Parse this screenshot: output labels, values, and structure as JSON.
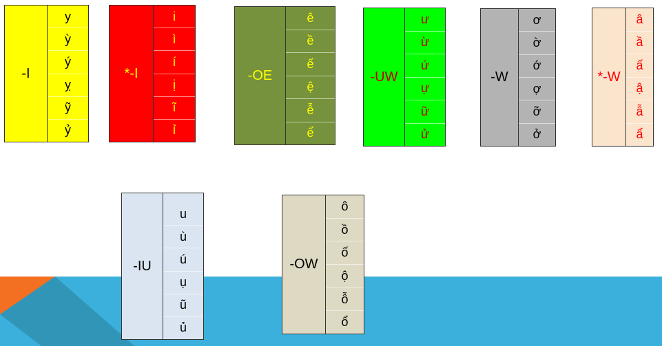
{
  "boxes": [
    {
      "id": "I",
      "label": "-I",
      "cells": [
        "y",
        "ỳ",
        "ý",
        "ỵ",
        "ỹ",
        "ỷ"
      ],
      "bg": "#ffff00",
      "text": "#000000"
    },
    {
      "id": "star-I",
      "label": "*-I",
      "cells": [
        "i",
        "ì",
        "í",
        "ị",
        "ĩ",
        "ỉ"
      ],
      "bg": "#ff0000",
      "text": "#ffff00"
    },
    {
      "id": "OE",
      "label": "-OE",
      "cells": [
        "ê",
        "ề",
        "ế",
        "ệ",
        "ễ",
        "ể"
      ],
      "bg": "#76923c",
      "text": "#ffff00"
    },
    {
      "id": "UW",
      "label": "-UW",
      "cells": [
        "ư",
        "ừ",
        "ứ",
        "ự",
        "ữ",
        "ử"
      ],
      "bg": "#00ff00",
      "text": "#c00000"
    },
    {
      "id": "W",
      "label": "-W",
      "cells": [
        "ơ",
        "ờ",
        "ớ",
        "ợ",
        "ỡ",
        "ở"
      ],
      "bg": "#b3b3b3",
      "text": "#000000"
    },
    {
      "id": "star-W",
      "label": "*-W",
      "cells": [
        "â",
        "ầ",
        "ấ",
        "ậ",
        "ẫ",
        "ẩ"
      ],
      "bg": "#fbe4cc",
      "text": "#ff0000"
    },
    {
      "id": "IU",
      "label": "-IU",
      "cells": [
        "u",
        "ù",
        "ú",
        "ụ",
        "ũ",
        "ủ"
      ],
      "bg": "#dbe5f1",
      "text": "#000000"
    },
    {
      "id": "OW",
      "label": "-OW",
      "cells": [
        "ô",
        "ồ",
        "ố",
        "ộ",
        "ỗ",
        "ổ"
      ],
      "bg": "#ddd9c3",
      "text": "#000000"
    }
  ],
  "colors": {
    "blue_band": "#3bb0dc",
    "orange": "#f36f21",
    "teal": "#2f8fae"
  }
}
